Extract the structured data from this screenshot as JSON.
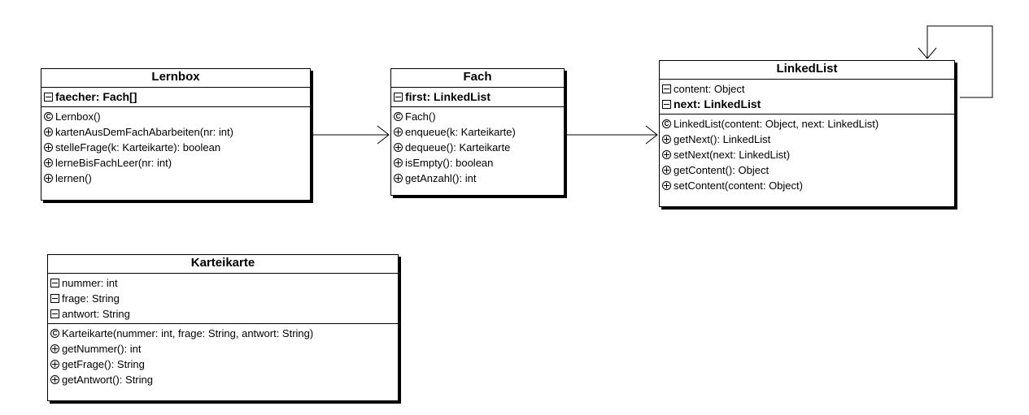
{
  "classes": {
    "lernbox": {
      "name": "Lernbox",
      "fields": [
        {
          "text": "faecher: Fach[]",
          "bold": true
        }
      ],
      "methods": [
        {
          "kind": "ctor",
          "text": "Lernbox()"
        },
        {
          "kind": "method",
          "text": "kartenAusDemFachAbarbeiten(nr: int)"
        },
        {
          "kind": "method",
          "text": "stelleFrage(k: Karteikarte): boolean"
        },
        {
          "kind": "method",
          "text": "lerneBisFachLeer(nr: int)"
        },
        {
          "kind": "method",
          "text": "lernen()"
        }
      ]
    },
    "fach": {
      "name": "Fach",
      "fields": [
        {
          "text": "first: LinkedList",
          "bold": true
        }
      ],
      "methods": [
        {
          "kind": "ctor",
          "text": "Fach()"
        },
        {
          "kind": "method",
          "text": "enqueue(k: Karteikarte)"
        },
        {
          "kind": "method",
          "text": "dequeue(): Karteikarte"
        },
        {
          "kind": "method",
          "text": "isEmpty(): boolean"
        },
        {
          "kind": "method",
          "text": "getAnzahl(): int"
        }
      ]
    },
    "linkedlist": {
      "name": "LinkedList",
      "fields": [
        {
          "text": "content: Object",
          "bold": false
        },
        {
          "text": "next: LinkedList",
          "bold": true
        }
      ],
      "methods": [
        {
          "kind": "ctor",
          "text": "LinkedList(content: Object, next: LinkedList)"
        },
        {
          "kind": "method",
          "text": "getNext(): LinkedList"
        },
        {
          "kind": "method",
          "text": "setNext(next: LinkedList)"
        },
        {
          "kind": "method",
          "text": "getContent(): Object"
        },
        {
          "kind": "method",
          "text": "setContent(content: Object)"
        }
      ]
    },
    "karteikarte": {
      "name": "Karteikarte",
      "fields": [
        {
          "text": "nummer: int",
          "bold": false
        },
        {
          "text": "frage: String",
          "bold": false
        },
        {
          "text": "antwort: String",
          "bold": false
        }
      ],
      "methods": [
        {
          "kind": "ctor",
          "text": "Karteikarte(nummer: int, frage: String, antwort: String)"
        },
        {
          "kind": "method",
          "text": "getNummer(): int"
        },
        {
          "kind": "method",
          "text": "getFrage(): String"
        },
        {
          "kind": "method",
          "text": "getAntwort(): String"
        }
      ]
    }
  },
  "associations": [
    {
      "from": "Lernbox",
      "to": "Fach"
    },
    {
      "from": "Fach",
      "to": "LinkedList"
    },
    {
      "from": "LinkedList",
      "to": "LinkedList"
    }
  ]
}
